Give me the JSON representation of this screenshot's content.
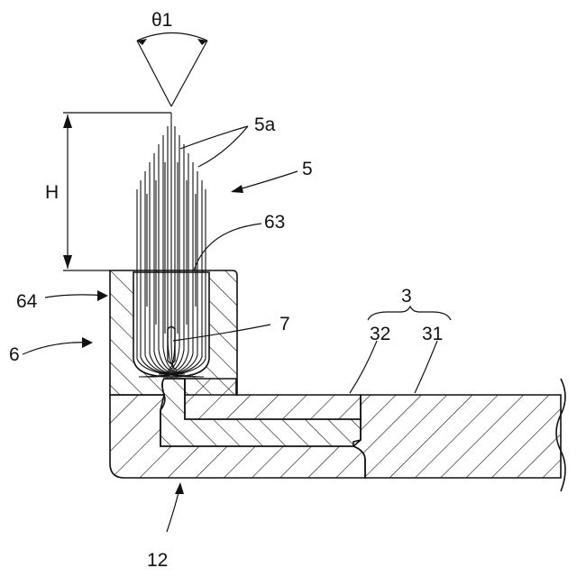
{
  "labels": {
    "angle": "θ1",
    "height": "H",
    "bristle_tips": "5a",
    "brush": "5",
    "holder_inner": "63",
    "holder_top": "64",
    "holder": "6",
    "fixing_member": "7",
    "group": "3",
    "sub_part_32": "32",
    "sub_part_31": "31",
    "base": "12"
  },
  "colors": {
    "ink": "#111111",
    "paper": "#ffffff"
  }
}
